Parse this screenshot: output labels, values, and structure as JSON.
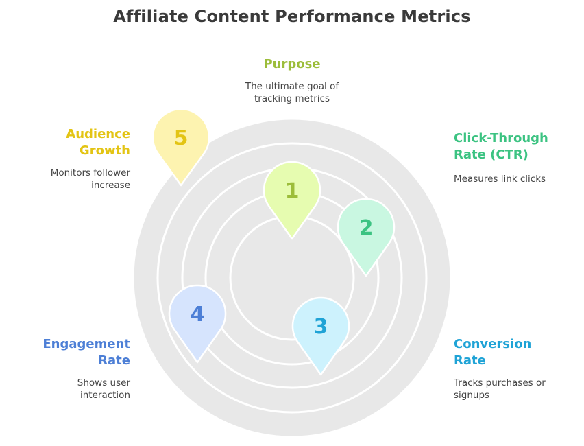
{
  "title": "Affiliate Content Performance Metrics",
  "colors": {
    "ring_fill": "#e8e8e8",
    "ring_stroke": "#ffffff",
    "title": "#3a3a3a",
    "desc": "#444444"
  },
  "purpose": {
    "label": "Purpose",
    "desc_line1": "The ultimate goal of",
    "desc_line2": "tracking metrics",
    "color": "#9cbd3a"
  },
  "metrics": [
    {
      "number": "1",
      "label_line1": "",
      "label_line2": "",
      "desc_line1": "",
      "desc_line2": "",
      "fill": "#e6fcb0",
      "num_color": "#9cbd3a"
    },
    {
      "number": "2",
      "label_line1": "Click-Through",
      "label_line2": "Rate (CTR)",
      "desc_line1": "Measures link clicks",
      "desc_line2": "",
      "fill": "#c9f7e1",
      "num_color": "#3cc382",
      "label_color": "#3cc382"
    },
    {
      "number": "3",
      "label_line1": "Conversion",
      "label_line2": "Rate",
      "desc_line1": "Tracks purchases or",
      "desc_line2": "signups",
      "fill": "#cdf2fd",
      "num_color": "#1fa3d6",
      "label_color": "#1fa3d6"
    },
    {
      "number": "4",
      "label_line1": "Engagement",
      "label_line2": "Rate",
      "desc_line1": "Shows user",
      "desc_line2": "interaction",
      "fill": "#d6e4fd",
      "num_color": "#4d7fd6",
      "label_color": "#4d7fd6"
    },
    {
      "number": "5",
      "label_line1": "Audience",
      "label_line2": "Growth",
      "desc_line1": "Monitors follower",
      "desc_line2": "increase",
      "fill": "#fdf3b0",
      "num_color": "#e3c414",
      "label_color": "#e3c414"
    }
  ]
}
